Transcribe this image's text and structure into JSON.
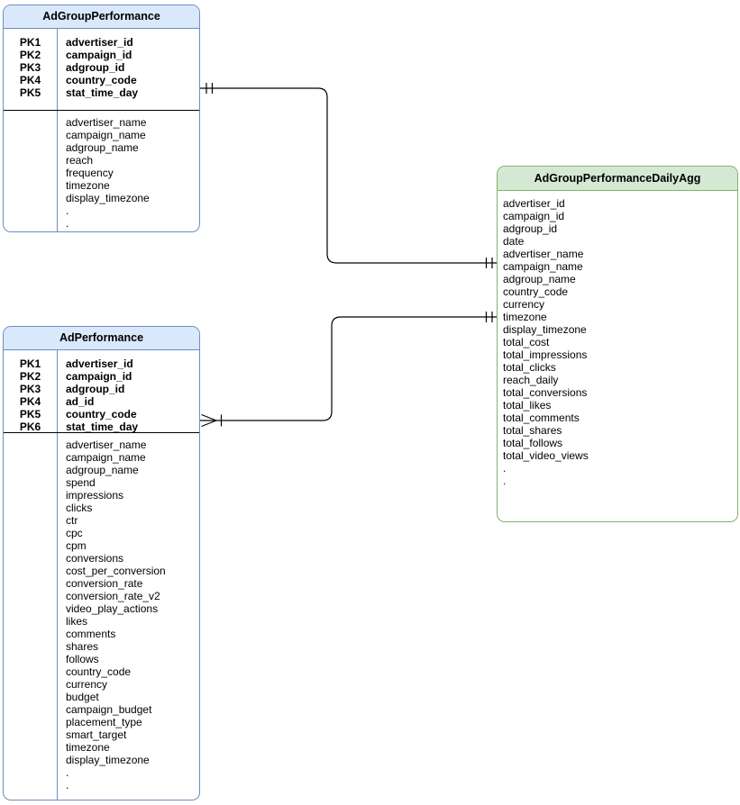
{
  "diagram": {
    "entities": [
      {
        "title": "AdGroupPerformance",
        "theme": {
          "fill": "#dae8fc",
          "stroke": "#6c8ebf"
        },
        "primary_keys": [
          {
            "key": "PK1",
            "name": "advertiser_id"
          },
          {
            "key": "PK2",
            "name": "campaign_id"
          },
          {
            "key": "PK3",
            "name": "adgroup_id"
          },
          {
            "key": "PK4",
            "name": "country_code"
          },
          {
            "key": "PK5",
            "name": "stat_time_day"
          }
        ],
        "attributes": [
          "advertiser_name",
          "campaign_name",
          "adgroup_name",
          "reach",
          "frequency",
          "timezone",
          "display_timezone",
          ".",
          "."
        ]
      },
      {
        "title": "AdPerformance",
        "theme": {
          "fill": "#dae8fc",
          "stroke": "#6c8ebf"
        },
        "primary_keys": [
          {
            "key": "PK1",
            "name": "advertiser_id"
          },
          {
            "key": "PK2",
            "name": "campaign_id"
          },
          {
            "key": "PK3",
            "name": "adgroup_id"
          },
          {
            "key": "PK4",
            "name": "ad_id"
          },
          {
            "key": "PK5",
            "name": "country_code"
          },
          {
            "key": "PK6",
            "name": "stat_time_day"
          }
        ],
        "attributes": [
          "advertiser_name",
          "campaign_name",
          "adgroup_name",
          "spend",
          "impressions",
          "clicks",
          "ctr",
          "cpc",
          "cpm",
          "conversions",
          "cost_per_conversion",
          "conversion_rate",
          "conversion_rate_v2",
          "video_play_actions",
          "likes",
          "comments",
          "shares",
          "follows",
          "country_code",
          "currency",
          "budget",
          "campaign_budget",
          "placement_type",
          "smart_target",
          "timezone",
          "display_timezone",
          ".",
          "."
        ]
      },
      {
        "title": "AdGroupPerformanceDailyAgg",
        "theme": {
          "fill": "#d5e8d4",
          "stroke": "#82b366"
        },
        "primary_keys": [],
        "attributes": [
          "advertiser_id",
          "campaign_id",
          "adgroup_id",
          "date",
          "advertiser_name",
          "campaign_name",
          "adgroup_name",
          "country_code",
          "currency",
          "timezone",
          "display_timezone",
          "total_cost",
          "total_impressions",
          "total_clicks",
          "reach_daily",
          "total_conversions",
          "total_likes",
          "total_comments",
          "total_shares",
          "total_follows",
          "total_video_views",
          ".",
          "."
        ]
      }
    ],
    "relationships": [
      {
        "from_entity": "AdGroupPerformance",
        "to_entity": "AdGroupPerformanceDailyAgg",
        "from_cardinality": "one and only one",
        "to_cardinality": "one and only one"
      },
      {
        "from_entity": "AdPerformance",
        "to_entity": "AdGroupPerformanceDailyAgg",
        "from_cardinality": "one or many",
        "to_cardinality": "one and only one"
      }
    ],
    "line_color": "#000000"
  }
}
